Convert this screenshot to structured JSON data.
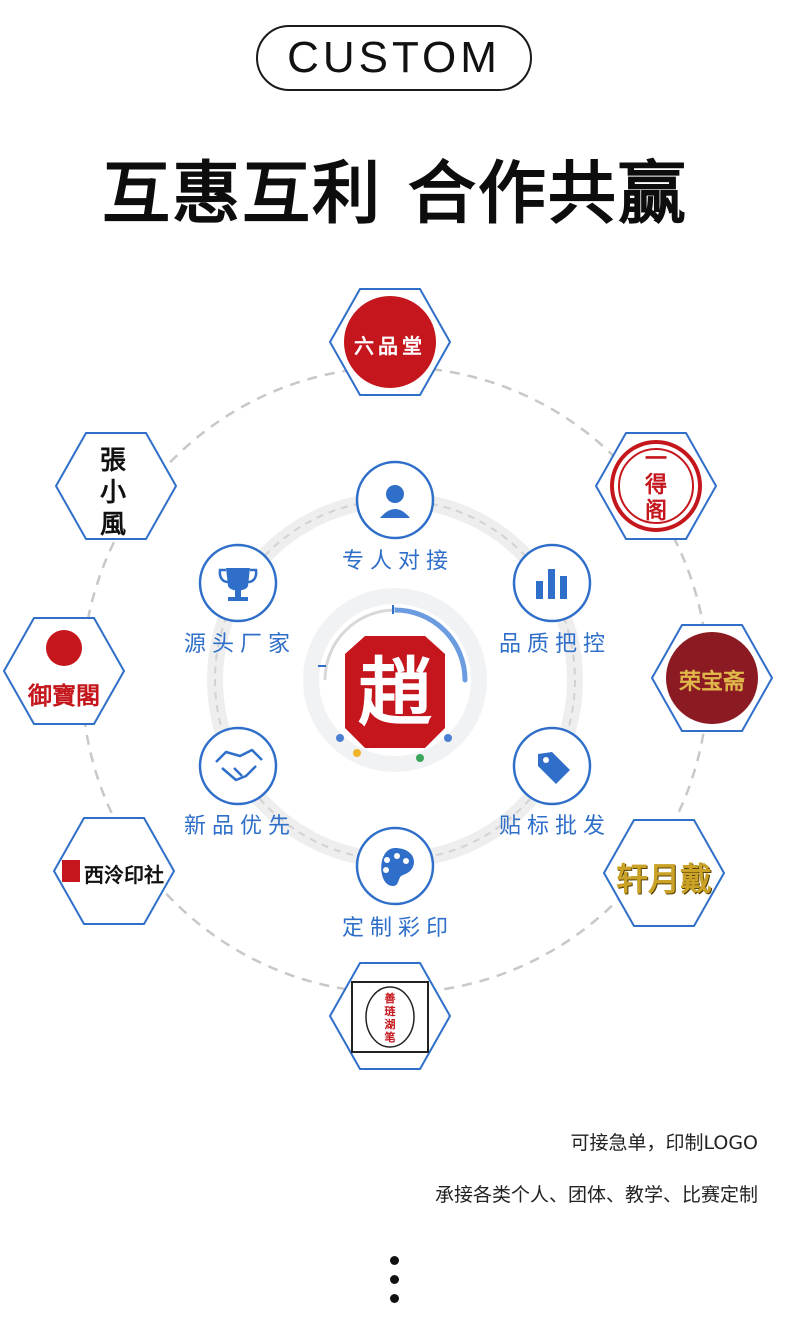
{
  "header": {
    "badge": "CUSTOM",
    "headline": "互惠互利 合作共赢"
  },
  "center_logo": {
    "glyph": "趙"
  },
  "services": [
    {
      "label": "专人对接",
      "icon": "person-icon"
    },
    {
      "label": "品质把控",
      "icon": "bar-chart-icon"
    },
    {
      "label": "贴标批发",
      "icon": "tag-icon"
    },
    {
      "label": "定制彩印",
      "icon": "palette-icon"
    },
    {
      "label": "新品优先",
      "icon": "handshake-icon"
    },
    {
      "label": "源头厂家",
      "icon": "trophy-icon"
    }
  ],
  "brands": [
    {
      "name": "六品堂"
    },
    {
      "name": "一得阁"
    },
    {
      "name": "荣宝斋"
    },
    {
      "name": "轩月戴"
    },
    {
      "name": "善琏湖笔"
    },
    {
      "name": "西泠印社"
    },
    {
      "name": "御寶閣"
    },
    {
      "name": "張小風"
    }
  ],
  "notes": {
    "line1": "可接急单，印制LOGO",
    "line2": "承接各类个人、团体、教学、比赛定制"
  },
  "colors": {
    "accent_blue": "#2f6fc9",
    "seal_red": "#c4161c",
    "ring_gray": "#c8c8c8"
  }
}
